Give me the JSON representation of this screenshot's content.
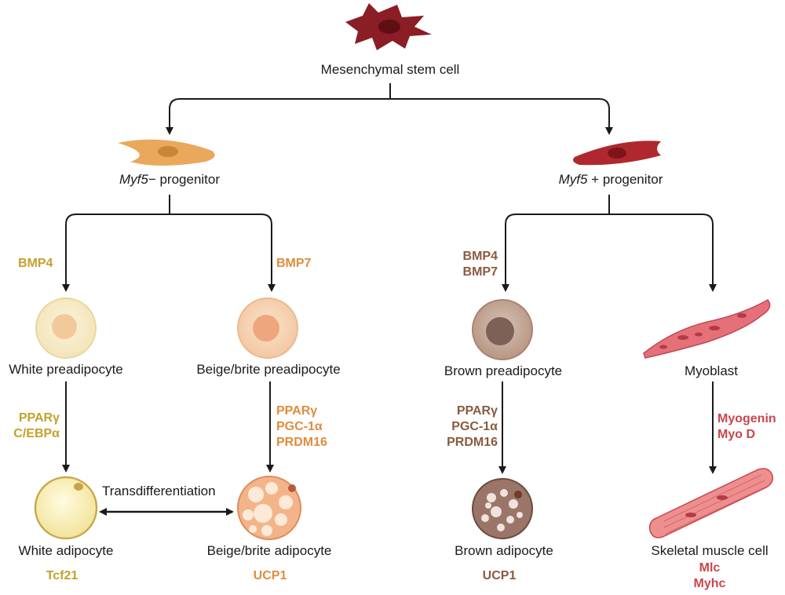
{
  "nodes": {
    "msc": "Mesenchymal stem cell",
    "myf5_neg": {
      "gene": "Myf5",
      "suffix": "− progenitor"
    },
    "myf5_pos": {
      "gene": "Myf5",
      "suffix": " + progenitor"
    },
    "white_pre": "White preadipocyte",
    "beige_pre": "Beige/brite preadipocyte",
    "brown_pre": "Brown preadipocyte",
    "myoblast": "Myoblast",
    "white_adi": "White adipocyte",
    "beige_adi": "Beige/brite adipocyte",
    "brown_adi": "Brown adipocyte",
    "skeletal": "Skeletal muscle cell"
  },
  "markers": {
    "bmp4_white": "BMP4",
    "bmp7_beige": "BMP7",
    "bmp4_brown": "BMP4",
    "bmp7_brown": "BMP7",
    "white_tf": [
      "PPARγ",
      "C/EBPα"
    ],
    "beige_tf": [
      "PPARγ",
      "PGC-1α",
      "PRDM16"
    ],
    "brown_tf": [
      "PPARγ",
      "PGC-1α",
      "PRDM16"
    ],
    "myo_tf": [
      "Myogenin",
      "Myo D"
    ],
    "tcf21": "Tcf21",
    "ucp1_beige": "UCP1",
    "ucp1_brown": "UCP1",
    "mlc": "Mlc",
    "myhc": "Myhc"
  },
  "transdiff": "Transdifferentiation",
  "colors": {
    "white_lineage": "#c4a12c",
    "beige_lineage": "#e08c3e",
    "brown_lineage": "#8a5a40",
    "muscle_lineage": "#c8464e",
    "stem_cell": "#8b1d24"
  }
}
